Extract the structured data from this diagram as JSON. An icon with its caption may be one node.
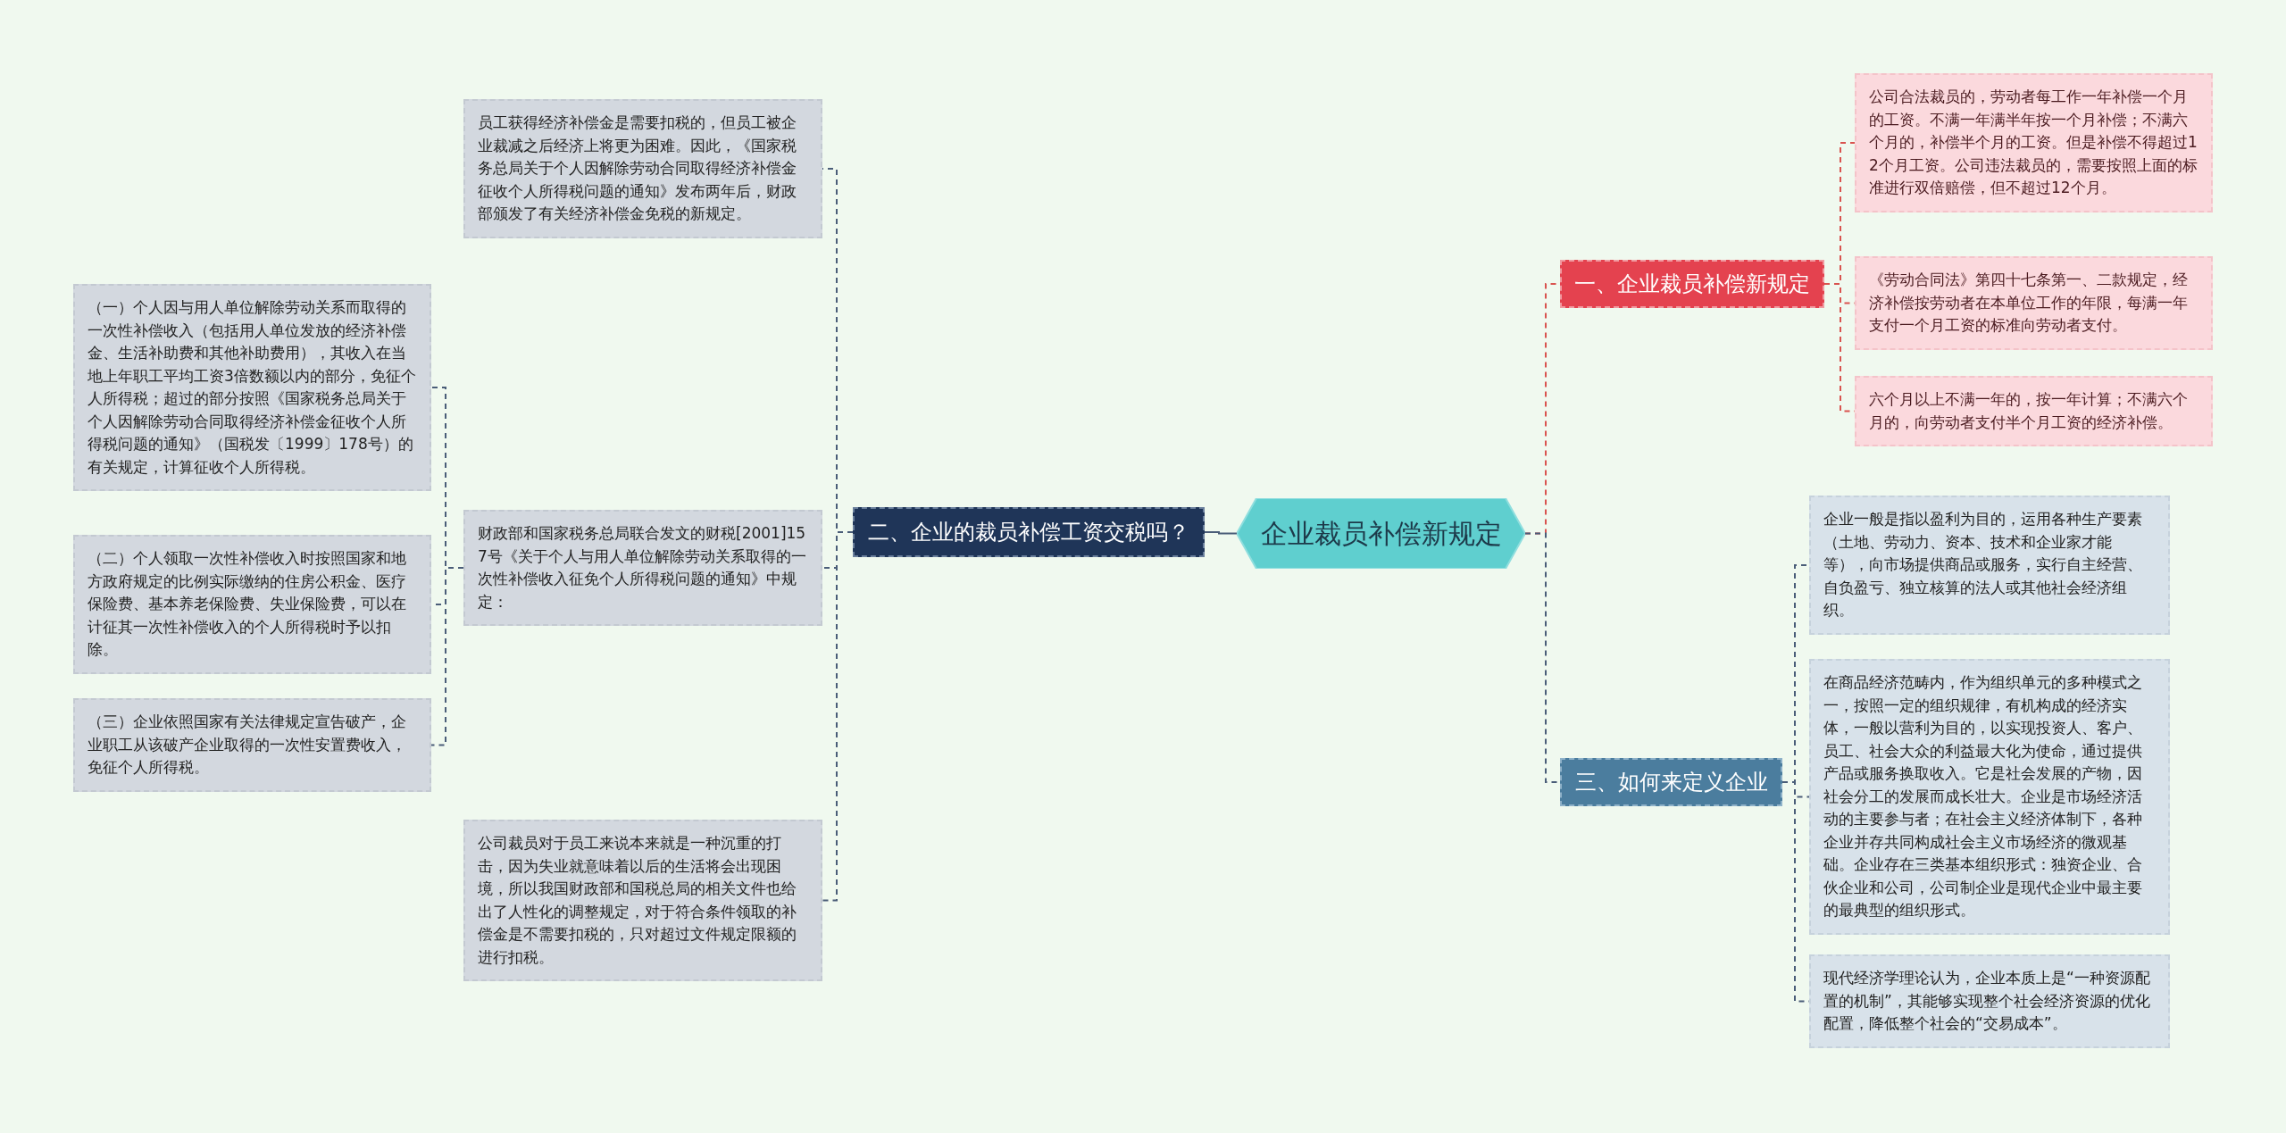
{
  "diagram": {
    "nodes": [
      {
        "text": [
          "企业裁员补偿新规定"
        ]
      },
      {
        "text": [
          "二、企业的裁员补偿工资交税吗？"
        ]
      },
      {
        "text": [
          "员工获得经济补偿金是需要扣税的，但员工被企业裁减之后经济上将更为困难。因此，《国家税务总局关于个人因解除劳动合同取得经济补偿金征收个人所得税问题的通知》发布两年后，财政部颁发了有关经济补偿金免税的新规定。"
        ]
      },
      {
        "text": [
          "财政部和国家税务总局联合发文的财税[2001]157号《关于个人与用人单位解除劳动关系取得的一次性补偿收入征免个人所得税问题的通知》中规定："
        ]
      },
      {
        "text": [
          "（一）个人因与用人单位解除劳动关系而取得的一次性补偿收入（包括用人单位发放的经济补偿金、生活补助费和其他补助费用），其收入在当地上年职工平均工资3倍数额以内的部分，免征个人所得税；超过的部分按照《国家税务总局关于个人因解除劳动合同取得经济补偿金征收个人所得税问题的通知》（国税发〔1999〕178号）的有关规定，计算征收个人所得税。"
        ]
      },
      {
        "text": [
          "（二）个人领取一次性补偿收入时按照国家和地方政府规定的比例实际缴纳的住房公积金、医疗保险费、基本养老保险费、失业保险费，可以在计征其一次性补偿收入的个人所得税时予以扣除。"
        ]
      },
      {
        "text": [
          "（三）企业依照国家有关法律规定宣告破产，企业职工从该破产企业取得的一次性安置费收入，免征个人所得税。"
        ]
      },
      {
        "text": [
          "公司裁员对于员工来说本来就是一种沉重的打击，因为失业就意味着以后的生活将会出现困境，所以我国财政部和国税总局的相关文件也给出了人性化的调整规定，对于符合条件领取的补偿金是不需要扣税的，只对超过文件规定限额的进行扣税。"
        ]
      },
      {
        "text": [
          "一、企业裁员补偿新规定"
        ]
      },
      {
        "text": [
          "公司合法裁员的，劳动者每工作一年补偿一个月的工资。不满一年满半年按一个月补偿；不满六个月的，补偿半个月的工资。但是补偿不得超过12个月工资。公司违法裁员的，需要按照上面的标准进行双倍赔偿，但不超过12个月。"
        ]
      },
      {
        "text": [
          "《劳动合同法》第四十七条第一、二款规定，经济补偿按劳动者在本单位工作的年限，每满一年支付一个月工资的标准向劳动者支付。"
        ]
      },
      {
        "text": [
          "六个月以上不满一年的，按一年计算；不满六个月的，向劳动者支付半个月工资的经济补偿。"
        ]
      },
      {
        "text": [
          "三、如何来定义企业"
        ]
      },
      {
        "text": [
          "企业一般是指以盈利为目的，运用各种生产要素（土地、劳动力、资本、技术和企业家才能等），向市场提供商品或服务，实行自主经营、自负盈亏、独立核算的法人或其他社会经济组织。"
        ]
      },
      {
        "text": [
          "在商品经济范畴内，作为组织单元的多种模式之一，按照一定的组织规律，有机构成的经济实体，一般以营利为目的，以实现投资人、客户、员工、社会大众的利益最大化为使命，通过提供产品或服务换取收入。它是社会发展的产物，因社会分工的发展而成长壮大。企业是市场经济活动的主要参与者；在社会主义经济体制下，各种企业并存共同构成社会主义市场经济的微观基础。企业存在三类基本组织形式：独资企业、合伙企业和公司，公司制企业是现代企业中最主要的最典型的组织形式。"
        ]
      },
      {
        "text": [
          "现代经济学理论认为，企业本质上是“一种资源配置的机制”，其能够实现整个社会经济资源的优化配置，降低整个社会的“交易成本”。"
        ]
      }
    ],
    "edges": [
      {
        "from": 0,
        "to": 1,
        "arrow": "none"
      },
      {
        "from": 0,
        "to": 8,
        "arrow": "none",
        "style": "dashed",
        "color": "#d9534f"
      },
      {
        "from": 0,
        "to": 12,
        "arrow": "none",
        "style": "dashed"
      },
      {
        "from": 1,
        "to": 2,
        "arrow": "none",
        "style": "dashed"
      },
      {
        "from": 1,
        "to": 3,
        "arrow": "none",
        "style": "dashed"
      },
      {
        "from": 1,
        "to": 7,
        "arrow": "none",
        "style": "dashed"
      },
      {
        "from": 3,
        "to": 4,
        "arrow": "none",
        "style": "dashed"
      },
      {
        "from": 3,
        "to": 5,
        "arrow": "none",
        "style": "dashed"
      },
      {
        "from": 3,
        "to": 6,
        "arrow": "none",
        "style": "dashed"
      },
      {
        "from": 8,
        "to": 9,
        "arrow": "none",
        "style": "dashed",
        "color": "#d9534f"
      },
      {
        "from": 8,
        "to": 10,
        "arrow": "none",
        "style": "dashed",
        "color": "#d9534f"
      },
      {
        "from": 8,
        "to": 11,
        "arrow": "none",
        "style": "dashed",
        "color": "#d9534f"
      },
      {
        "from": 12,
        "to": 13,
        "arrow": "none",
        "style": "dashed"
      },
      {
        "from": 12,
        "to": 14,
        "arrow": "none",
        "style": "dashed"
      },
      {
        "from": 12,
        "to": 15,
        "arrow": "none",
        "style": "dashed"
      }
    ]
  }
}
